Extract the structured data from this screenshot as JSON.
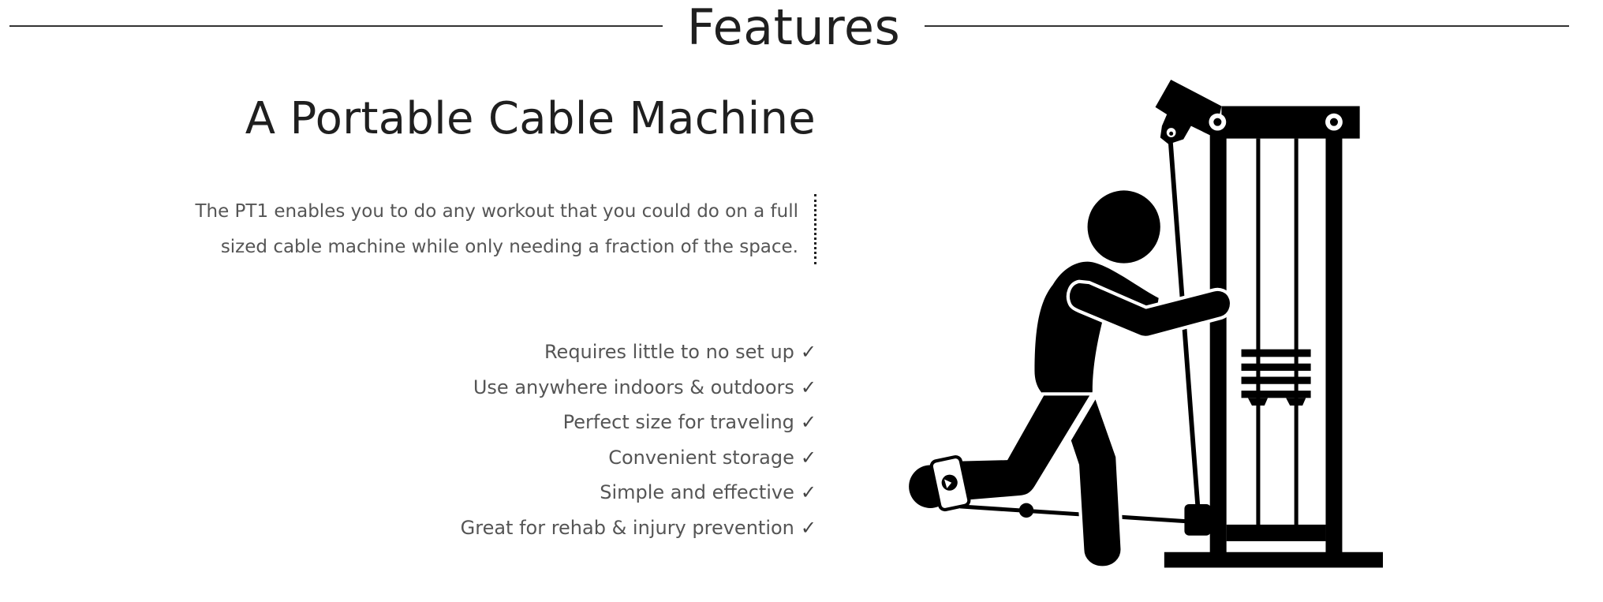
{
  "section": {
    "title": "Features"
  },
  "feature": {
    "heading": "A Portable Cable Machine",
    "description": "The PT1 enables you to do any workout that you could do on a full sized cable machine while only needing a fraction of the space.",
    "check_symbol": "✓",
    "items": [
      "Requires little to no set up",
      "Use anywhere indoors & outdoors",
      "Perfect size for traveling",
      "Convenient storage",
      "Simple and effective",
      "Great for rehab & injury prevention"
    ]
  },
  "illustration": {
    "icon": "person-using-cable-machine-icon"
  },
  "colors": {
    "heading": "#1f1f1f",
    "body_text": "#555555",
    "rule": "#333333",
    "illustration": "#000000"
  }
}
